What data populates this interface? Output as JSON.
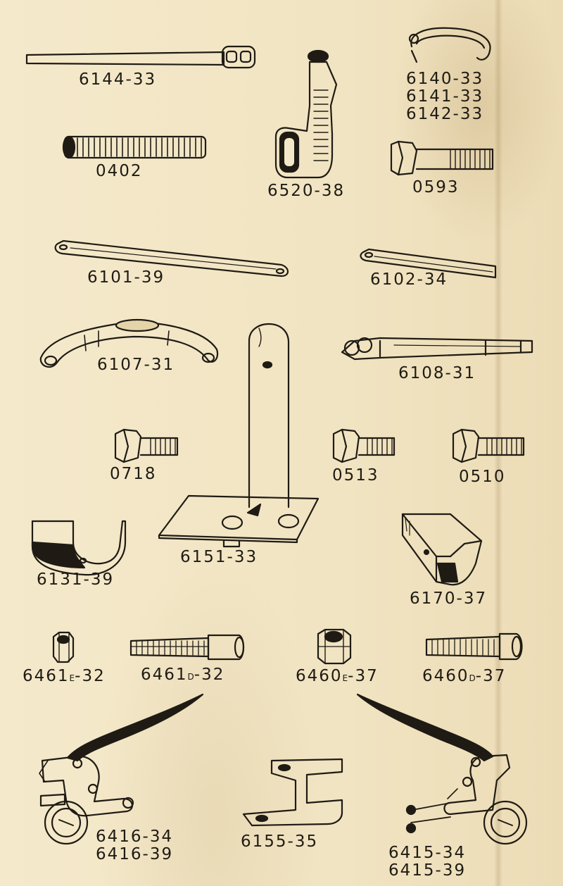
{
  "parts": {
    "p6144_33": "6144-33",
    "p6140_group": [
      "6140-33",
      "6141-33",
      "6142-33"
    ],
    "p0402": "0402",
    "p6520_38": "6520-38",
    "p0593": "0593",
    "p6101_39": "6101-39",
    "p6102_34": "6102-34",
    "p6107_31": "6107-31",
    "p6108_31": "6108-31",
    "p0718": "0718",
    "p0513": "0513",
    "p0510": "0510",
    "p6131_39": "6131-39",
    "p6151_33": "6151-33",
    "p6170_37": "6170-37",
    "p6461E_32": {
      "num": "6461",
      "suffix": "E",
      "rest": "-32"
    },
    "p6461D_32": {
      "num": "6461",
      "suffix": "D",
      "rest": "-32"
    },
    "p6460E_37": {
      "num": "6460",
      "suffix": "E",
      "rest": "-37"
    },
    "p6460D_37": {
      "num": "6460",
      "suffix": "D",
      "rest": "-37"
    },
    "p6416_group": [
      "6416-34",
      "6416-39"
    ],
    "p6155_35": "6155-35",
    "p6415_group": [
      "6415-34",
      "6415-39"
    ]
  },
  "colors": {
    "paper": "#f3e8c8",
    "ink": "#1f1b14"
  }
}
